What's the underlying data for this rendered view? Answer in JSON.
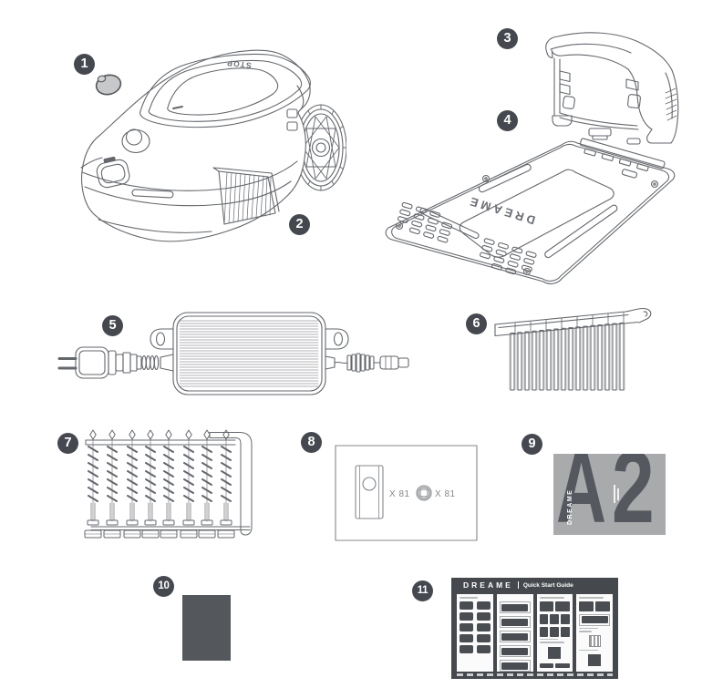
{
  "badges": [
    {
      "number": "1"
    },
    {
      "number": "2"
    },
    {
      "number": "3"
    },
    {
      "number": "4"
    },
    {
      "number": "5"
    },
    {
      "number": "6"
    },
    {
      "number": "7"
    },
    {
      "number": "8"
    },
    {
      "number": "9"
    },
    {
      "number": "10"
    },
    {
      "number": "11"
    }
  ],
  "mower": {
    "top_label": "STOP"
  },
  "charging_base": {
    "brand": "DREAME"
  },
  "spares_box": {
    "blade_qty_label": "X 81",
    "screw_qty_label": "X 81"
  },
  "manual_a2": {
    "model_letter": "A",
    "model_digit": "2",
    "brand_vertical": "DREAME"
  },
  "quick_start_guide": {
    "brand": "DREAME",
    "title": "Quick Start Guide"
  },
  "colors": {
    "line": "#64676c",
    "badge_background": "#45484e",
    "badge_text": "#ffffff",
    "manual_background": "#a8aaac",
    "manual_letters": "#55585e",
    "cloth_fill": "#54575c",
    "guide_background": "#45484d"
  }
}
